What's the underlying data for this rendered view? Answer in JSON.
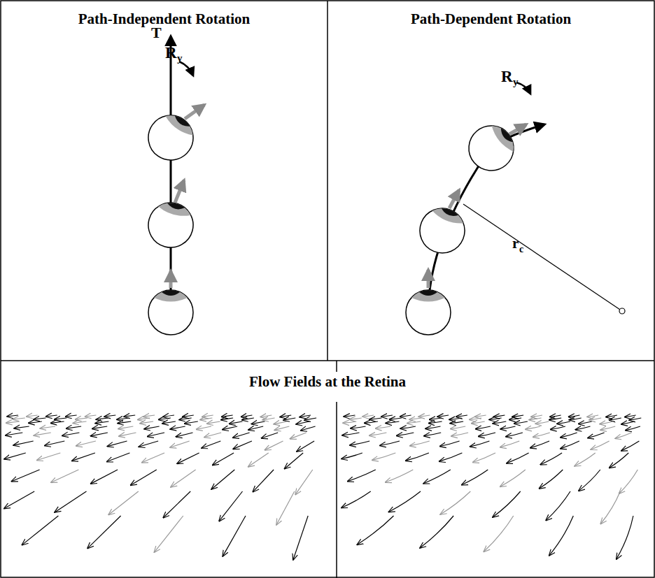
{
  "diagram": {
    "nodes": [
      {
        "text": [
          "Path-Independent Rotation"
        ]
      },
      {
        "text": [
          "Path-Dependent Rotation"
        ]
      },
      {
        "text": [
          "Flow Fields at the Retina"
        ]
      }
    ],
    "labels": [
      "T",
      "R",
      "y",
      "R",
      "y",
      "r",
      "c"
    ]
  }
}
